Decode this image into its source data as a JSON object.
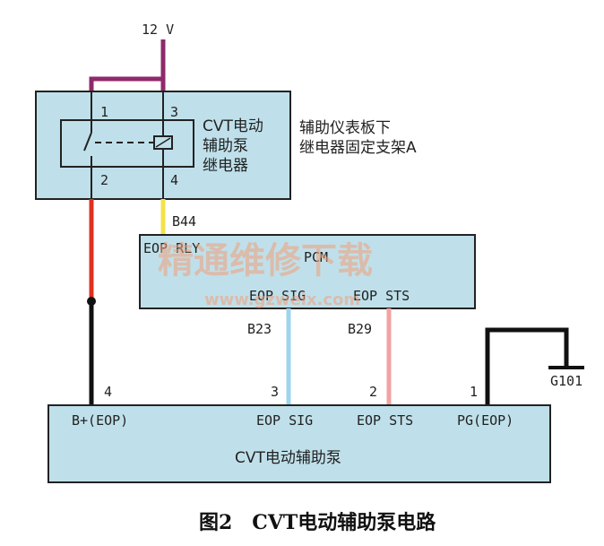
{
  "supply": {
    "voltage": "12 V"
  },
  "relay": {
    "title_line1": "CVT电动",
    "title_line2": "辅助泵",
    "title_line3": "继电器",
    "pin1": "1",
    "pin2": "2",
    "pin3": "3",
    "pin4": "4"
  },
  "location": {
    "line1": "辅助仪表板下",
    "line2": "继电器固定支架A"
  },
  "pcm": {
    "title": "PCM",
    "relay_terminal": "EOP RLY",
    "sig_terminal": "EOP SIG",
    "sts_terminal": "EOP STS",
    "connector_rly": "B44",
    "connector_sig": "B23",
    "connector_sts": "B29"
  },
  "watermark": {
    "text": "精通维修下载",
    "url": "www.gzweix.com"
  },
  "pump": {
    "title": "CVT电动辅助泵",
    "pin4_num": "4",
    "pin3_num": "3",
    "pin2_num": "2",
    "pin1_num": "1",
    "pin4_label": "B+(EOP)",
    "pin3_label": "EOP SIG",
    "pin2_label": "EOP STS",
    "pin1_label": "PG(EOP)"
  },
  "ground": {
    "label": "G101"
  },
  "caption": "图2　CVT电动辅助泵电路",
  "colors": {
    "box_fill": "#bfe0ea",
    "box_stroke": "#222222",
    "wire_purple": "#8e2a6b",
    "wire_red": "#e0301e",
    "wire_black": "#111111",
    "wire_yellow": "#f4e24a",
    "wire_lightblue": "#9fd4ee",
    "wire_pink": "#f2a3a3"
  }
}
